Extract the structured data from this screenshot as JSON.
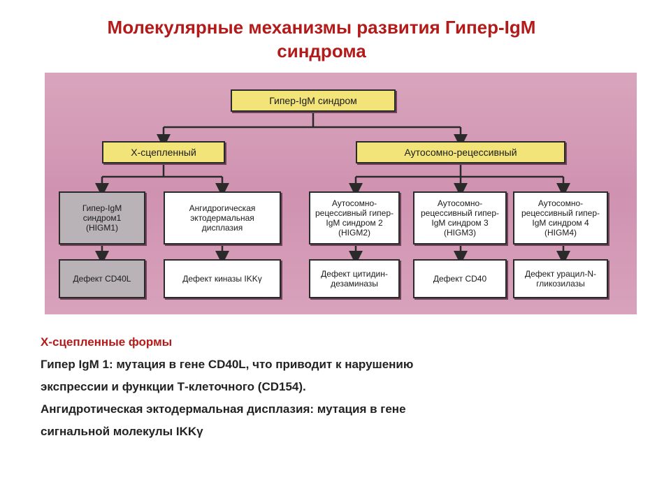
{
  "title": {
    "line1": "Молекулярные механизмы развития Гипер-IgM",
    "line2": "синдрома"
  },
  "diagram": {
    "root": "Гипер-IgM синдром",
    "branches": {
      "x_linked": "Х-сцепленный",
      "autosomal": "Аутосомно-рецессивный"
    },
    "level3": {
      "higm1": "Гипер-IgM синдром1 (HIGM1)",
      "aed": "Ангидрогическая эктодермальная дисплазия",
      "higm2": "Аутосомно-рецессивный гипер-IgM синдром 2 (HIGM2)",
      "higm3": "Аутосомно-рецессивный гипер-IgM синдром 3 (HIGM3)",
      "higm4": "Аутосомно-рецессивный гипер-IgM синдром 4 (HIGM4)"
    },
    "level4": {
      "cd40l": "Дефект CD40L",
      "ikk": "Дефект киназы IKKγ",
      "aid": "Дефект цитидин-дезаминазы",
      "cd40": "Дефект CD40",
      "ung": "Дефект урацил-N-гликозилазы"
    },
    "colors": {
      "background": "#d39ab5",
      "root_box": "#f3e47a",
      "gray_box": "#b9b3b8",
      "lines": "#2a2a2a"
    }
  },
  "body_text": {
    "heading": "Х-сцепленные формы",
    "line1": "Гипер IgM 1:  мутация в гене CD40L, что приводит к нарушению",
    "line2": "экспрессии и функции Т-клеточного (CD154).",
    "line3": "Ангидротическая эктодермальная дисплазия: мутация в гене",
    "line4": "сигнальной молекулы IKKγ"
  }
}
